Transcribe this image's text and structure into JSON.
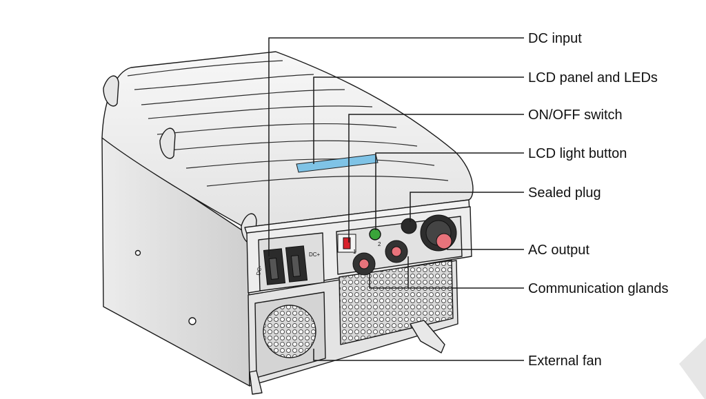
{
  "callouts": [
    {
      "id": "dc-input",
      "label": "DC input"
    },
    {
      "id": "lcd-panel",
      "label": "LCD panel and LEDs"
    },
    {
      "id": "on-off-switch",
      "label": "ON/OFF switch"
    },
    {
      "id": "lcd-light-button",
      "label": "LCD light button"
    },
    {
      "id": "sealed-plug",
      "label": "Sealed plug"
    },
    {
      "id": "ac-output",
      "label": "AC output"
    },
    {
      "id": "communication-glands",
      "label": "Communication glands"
    },
    {
      "id": "external-fan",
      "label": "External fan"
    }
  ],
  "connector_marks": {
    "dc_minus": "DC-",
    "dc_plus": "DC+",
    "gland_1": "1",
    "gland_2": "2"
  },
  "colors": {
    "lcd": "#7fc3e6",
    "led": "#3aa53a",
    "switch_red": "#d8202a",
    "gland_red": "#e8737b",
    "outline": "#1a1a1a",
    "body_light": "#efefef",
    "body_shadow": "#c9c9c9"
  }
}
